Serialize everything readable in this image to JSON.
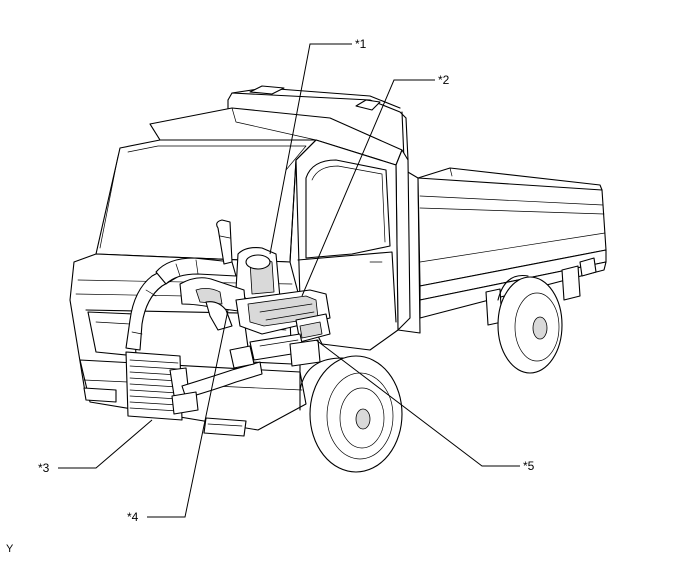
{
  "callouts": {
    "c1": "*1",
    "c2": "*2",
    "c3": "*3",
    "c4": "*4",
    "c5": "*5"
  },
  "corner_code": "Y",
  "colors": {
    "line": "#000000",
    "shade": "#d9d9d9",
    "dark": "#8a8a8a"
  }
}
